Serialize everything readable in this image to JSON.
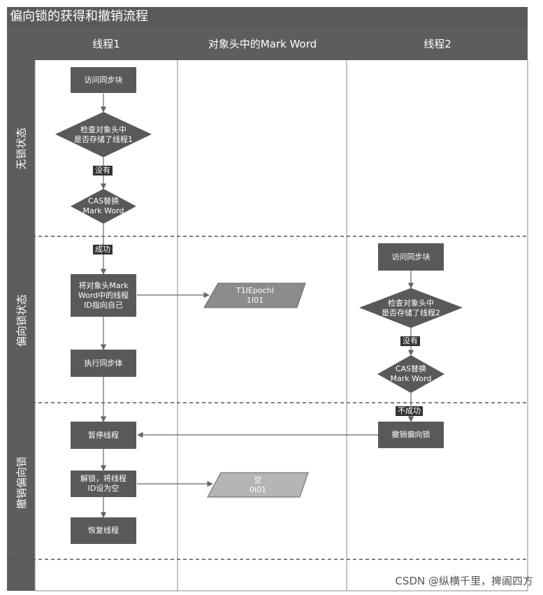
{
  "title": "偏向锁的获得和撤销流程",
  "columns": [
    "线程1",
    "对象头中的Mark Word",
    "线程2"
  ],
  "lanes": [
    "无锁状态",
    "偏向锁状态",
    "撤销偏向锁"
  ],
  "nodes": {
    "t1_access": "访问同步块",
    "t1_check": "检查对象头中\n是否存储了线程1",
    "t1_cas": "CAS替换\nMark Word",
    "t1_set": "将对象头Mark\nWord中的线程\nID指向自己",
    "t1_exec": "执行同步体",
    "t1_pause": "暂停线程",
    "t1_unlock": "解锁，将线程\nID设为空",
    "t1_resume": "恢复线程",
    "mw_biased": "T1IEpochI\n1I01",
    "mw_empty": "空\n0I01",
    "t2_access": "访问同步块",
    "t2_check": "检查对象头中\n是否存储了线程2",
    "t2_cas": "CAS替换\nMark Word",
    "t2_revoke": "撤销偏向锁"
  },
  "edge_labels": {
    "t1_no": "没有",
    "t1_success": "成功",
    "t2_no": "没有",
    "t2_fail": "不成功"
  },
  "watermark": "CSDN @纵横千里，捭阖四方",
  "colors": {
    "header": "#5d5d5d",
    "node": "#595959",
    "data_node": "#8c8c8c",
    "data_node_light": "#b5b5b5",
    "line": "#666666"
  }
}
